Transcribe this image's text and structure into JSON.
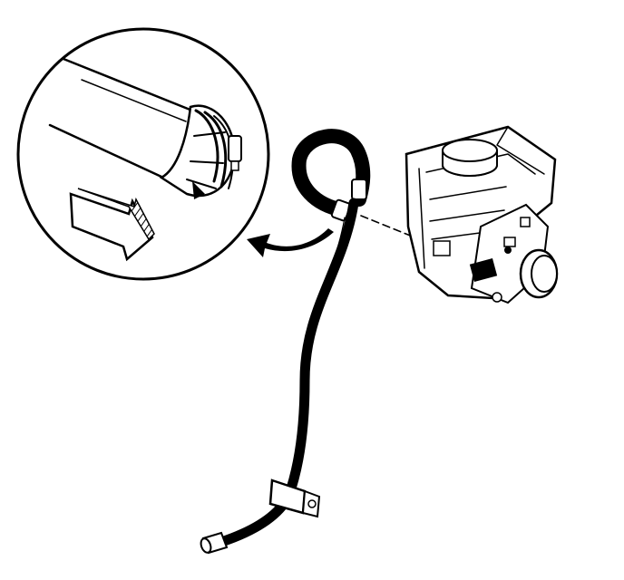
{
  "diagram": {
    "type": "technical-line-illustration",
    "colors": {
      "ink": "#000000",
      "paper": "#ffffff"
    },
    "parts": [
      "detail-magnifier-view",
      "hose-fitting-detail",
      "release-direction-arrow",
      "callout-arrow",
      "corrugated-hose-loop",
      "hose-line",
      "mounting-clip",
      "hose-end-fitting",
      "fluid-reservoir",
      "reservoir-cap",
      "reservoir-pump-body",
      "pump-pulley",
      "connection-dashed-line"
    ],
    "text_labels": []
  }
}
